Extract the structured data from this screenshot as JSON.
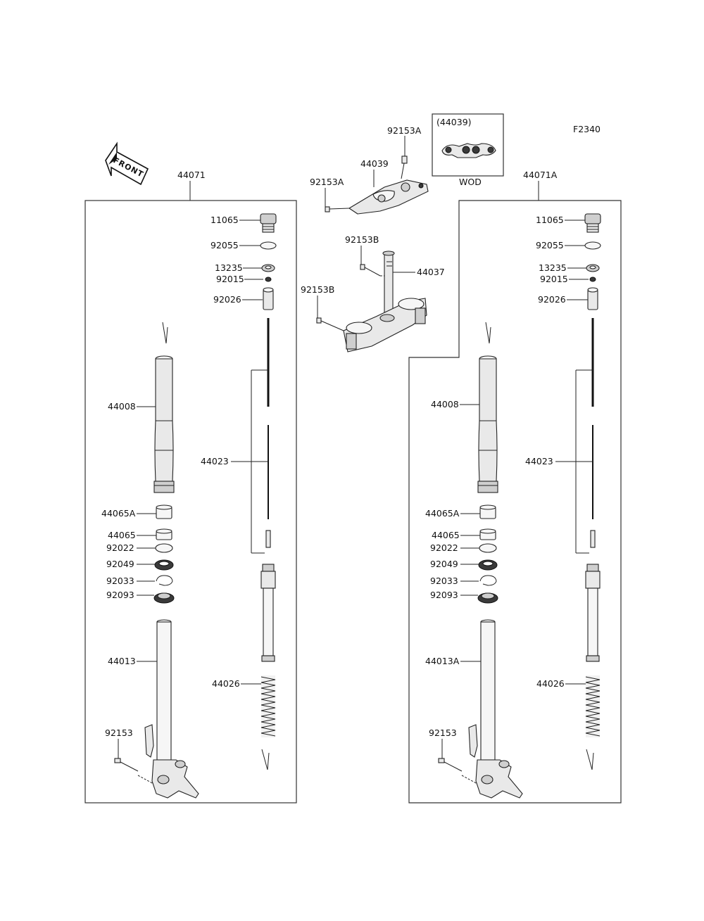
{
  "figure_code": "F2340",
  "front_arrow_text": "FRONT",
  "inset": {
    "ref": "(44039)",
    "caption": "WOD"
  },
  "assemblies": {
    "left_label": "44071",
    "right_label": "44071A"
  },
  "center_labels": {
    "b1": "92153A",
    "b2": "44039",
    "b3": "92153A",
    "b4": "92153B",
    "b5": "44037",
    "b6": "92153B"
  },
  "left_labels": {
    "cap": "11065",
    "oring": "92055",
    "nut": "13235",
    "nut2": "92015",
    "spacer": "92026",
    "outer_tube": "44008",
    "cartridge": "44023",
    "bush_a": "44065A",
    "bush": "44065",
    "washer": "92022",
    "seal": "92049",
    "clip": "92033",
    "dust_seal": "92093",
    "inner_tube": "44013",
    "spring": "44026",
    "bolt": "92153"
  },
  "right_labels": {
    "cap": "11065",
    "oring": "92055",
    "nut": "13235",
    "nut2": "92015",
    "spacer": "92026",
    "outer_tube": "44008",
    "cartridge": "44023",
    "bush_a": "44065A",
    "bush": "44065",
    "washer": "92022",
    "seal": "92049",
    "clip": "92033",
    "dust_seal": "92093",
    "inner_tube": "44013A",
    "spring": "44026",
    "bolt": "92153"
  }
}
